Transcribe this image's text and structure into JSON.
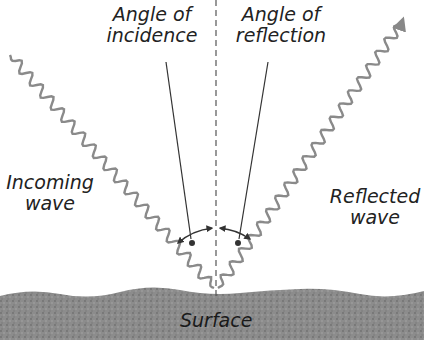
{
  "diagram": {
    "nodes": [
      {
        "text": [
          "Surface"
        ]
      }
    ],
    "labels": [
      "Angle of incidence",
      "Angle of reflection",
      "Incoming wave",
      "Reflected wave"
    ]
  }
}
